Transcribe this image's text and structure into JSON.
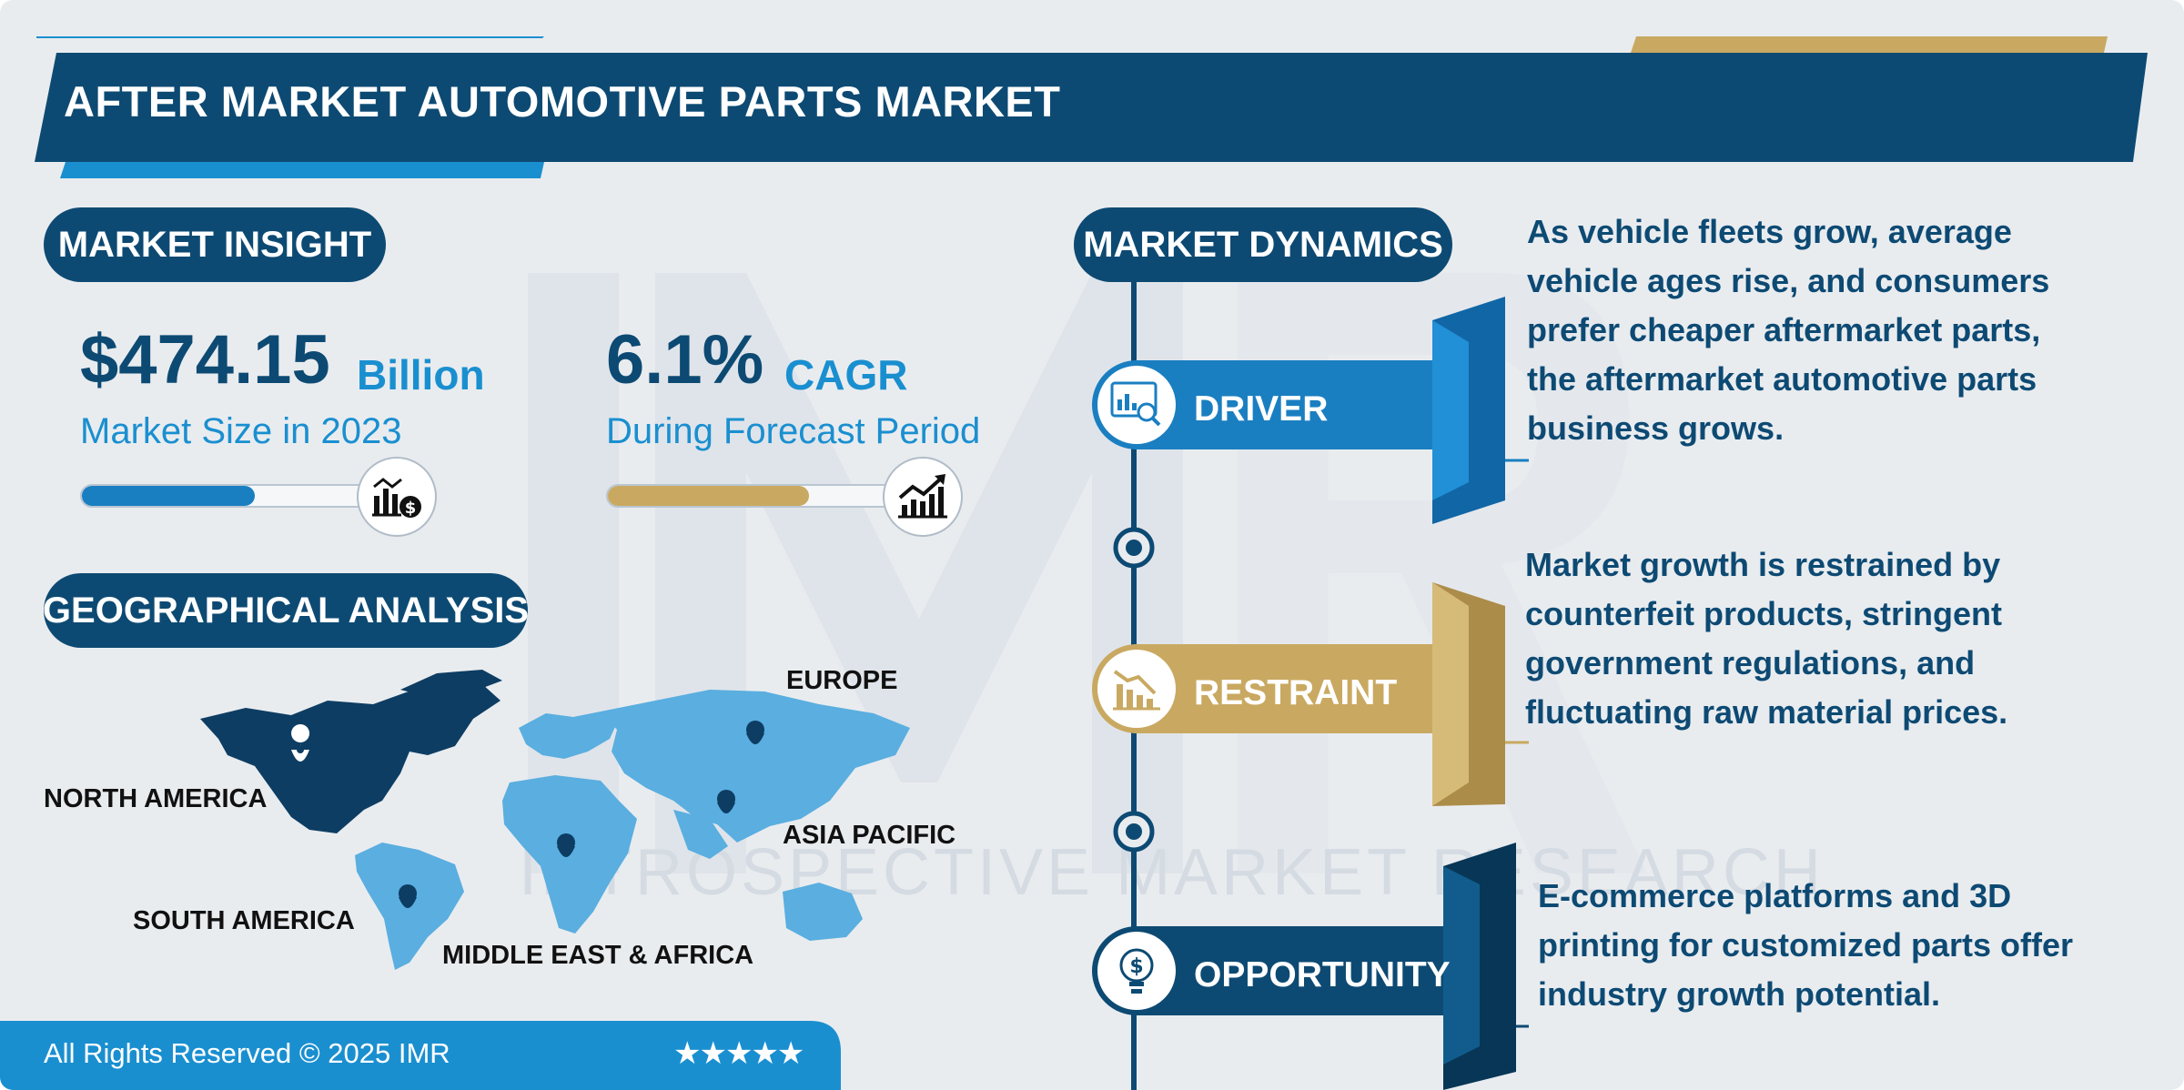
{
  "title": "AFTER MARKET AUTOMOTIVE PARTS MARKET",
  "watermark": {
    "letters": "IMR",
    "text": "INTROSPECTIVE MARKET RESEARCH"
  },
  "market_insight": {
    "heading": "MARKET INSIGHT",
    "market_size": {
      "value": "$474.15",
      "unit": "Billion",
      "label": "Market Size in 2023",
      "bar_fill_fraction": 0.6,
      "icon": "money-chart-icon"
    },
    "cagr": {
      "value": "6.1%",
      "unit": "CAGR",
      "label": "During Forecast Period",
      "bar_fill_fraction": 0.7,
      "icon": "growth-chart-icon"
    }
  },
  "geographical_analysis": {
    "heading": "GEOGRAPHICAL ANALYSIS",
    "regions": [
      "NORTH AMERICA",
      "SOUTH AMERICA",
      "EUROPE",
      "ASIA PACIFIC",
      "MIDDLE EAST & AFRICA"
    ]
  },
  "market_dynamics": {
    "heading": "MARKET DYNAMICS",
    "items": [
      {
        "label": "DRIVER",
        "icon": "analytics-icon",
        "color": "#1a7fc1",
        "text": "As vehicle fleets grow, average vehicle ages rise, and consumers prefer cheaper aftermarket parts, the aftermarket automotive parts business grows."
      },
      {
        "label": "RESTRAINT",
        "icon": "declining-chart-icon",
        "color": "#c9a961",
        "text": "Market growth is restrained by counterfeit products, stringent government regulations, and fluctuating raw material prices."
      },
      {
        "label": "OPPORTUNITY",
        "icon": "idea-dollar-icon",
        "color": "#0d4a73",
        "text": "E-commerce platforms and 3D printing for customized parts offer industry growth potential."
      }
    ]
  },
  "footer": {
    "text": "All Rights Reserved © 2025 IMR",
    "stars": "★★★★★"
  },
  "colors": {
    "navy": "#0d4a73",
    "blue": "#1a8fd0",
    "gold": "#c9a961",
    "background": "#e9ecef"
  }
}
